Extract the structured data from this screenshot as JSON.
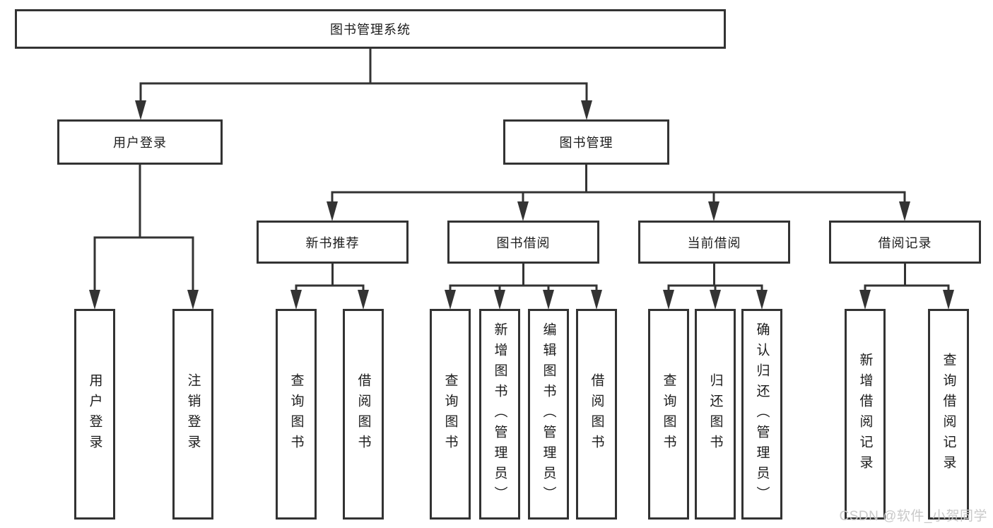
{
  "nodes": {
    "root": "图书管理系统",
    "user_login": "用户登录",
    "book_management": "图书管理",
    "new_book_recommend": "新书推荐",
    "book_borrow": "图书借阅",
    "current_borrow": "当前借阅",
    "borrow_record": "借阅记录",
    "leaf_user_login": "用户登录",
    "leaf_logout": "注销登录",
    "leaf_query_book_1": "查询图书",
    "leaf_borrow_book_1": "借阅图书",
    "leaf_query_book_2": "查询图书",
    "leaf_add_book_admin": "新增图书（管理员）",
    "leaf_edit_book_admin": "编辑图书（管理员）",
    "leaf_borrow_book_2": "借阅图书",
    "leaf_query_book_3": "查询图书",
    "leaf_return_book": "归还图书",
    "leaf_confirm_return_admin": "确认归还（管理员）",
    "leaf_add_borrow_record": "新增借阅记录",
    "leaf_query_borrow_record": "查询借阅记录"
  },
  "watermark": "CSDN @软件_小贺同学",
  "colors": {
    "line": "#333333",
    "box_border": "#333333",
    "box_fill": "#ffffff",
    "text": "#1c1c1c",
    "watermark": "#c9c9c9",
    "background": "#ffffff"
  }
}
